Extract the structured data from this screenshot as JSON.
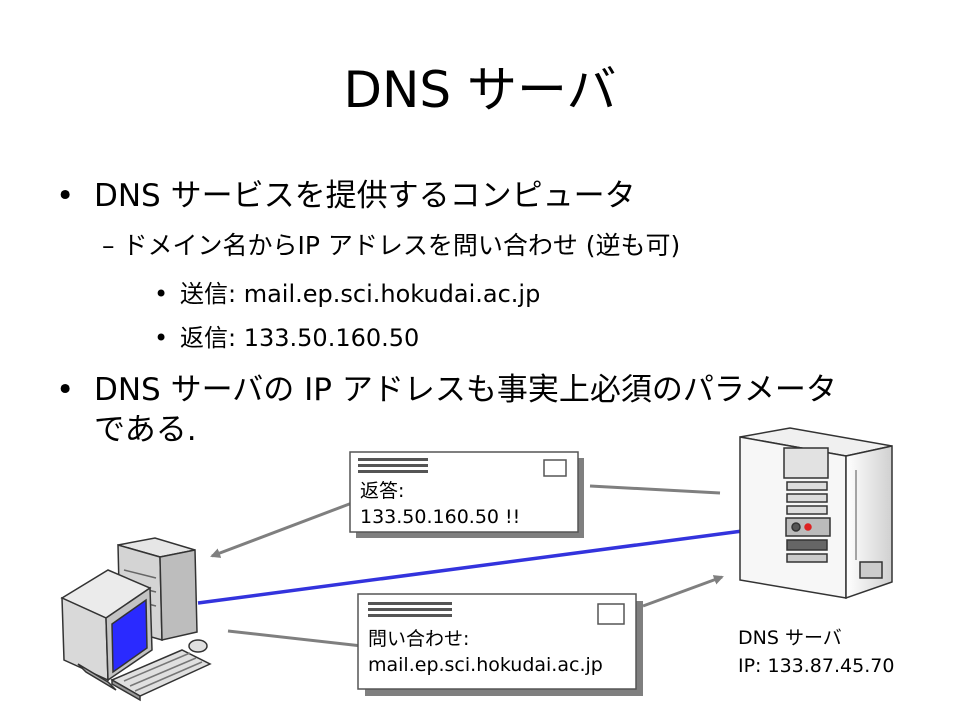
{
  "slide": {
    "title": "DNS サーバ",
    "bullets": [
      {
        "text": "DNS サービスを提供するコンピュータ",
        "sub": {
          "text": "ドメイン名からIP アドレスを問い合わせ (逆も可)",
          "items": [
            {
              "label": "送信",
              "value": ": mail.ep.sci.hokudai.ac.jp"
            },
            {
              "label": "返信",
              "value": ": 133.50.160.50"
            }
          ]
        }
      },
      {
        "text_line1": "DNS サーバの IP アドレスも事実上必須のパラメータ",
        "text_line2": "である."
      }
    ],
    "marks": {
      "bullet": "•",
      "dash": "–"
    }
  },
  "diagram": {
    "reply_letter": {
      "label": "返答",
      "colon": ":",
      "value": "133.50.160.50 !!"
    },
    "query_letter": {
      "label": "問い合わせ",
      "colon": ":",
      "value": "mail.ep.sci.hokudai.ac.jp"
    },
    "server": {
      "name": "DNS サーバ",
      "ip": "IP: 133.87.45.70"
    },
    "colors": {
      "link": "#3333dd",
      "arrow": "#7f7f7f",
      "screen": "#2a2aff"
    },
    "icons": [
      "client-computer-icon",
      "server-tower-icon",
      "envelope-icon"
    ]
  }
}
